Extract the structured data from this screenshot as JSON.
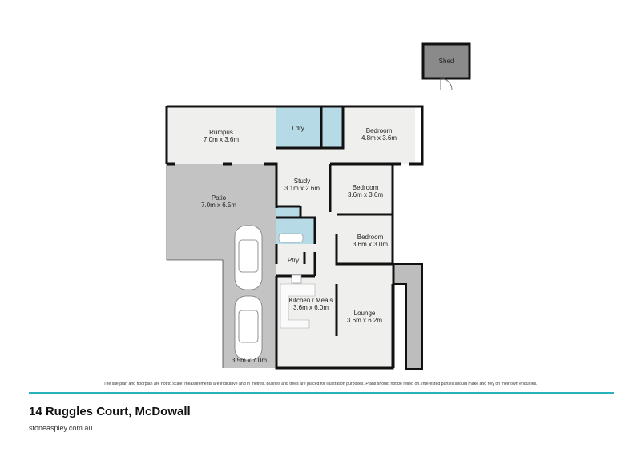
{
  "plan": {
    "rooms": [
      {
        "name": "Shed",
        "dims": ""
      },
      {
        "name": "Rumpus",
        "dims": "7.0m x 3.6m"
      },
      {
        "name": "Ldry",
        "dims": ""
      },
      {
        "name": "Bedroom",
        "dims": "4.8m x 3.6m"
      },
      {
        "name": "Patio",
        "dims": "7.0m x 6.5m"
      },
      {
        "name": "Study",
        "dims": "3.1m x 2.6m"
      },
      {
        "name": "Bedroom",
        "dims": "3.6m x 3.6m"
      },
      {
        "name": "Bedroom",
        "dims": "3.6m x 3.0m"
      },
      {
        "name": "Ptry",
        "dims": ""
      },
      {
        "name": "Kitchen / Meals",
        "dims": "3.6m x 6.0m"
      },
      {
        "name": "Lounge",
        "dims": "3.6m x 6.2m"
      },
      {
        "name": "",
        "dims": "3.5m x 7.0m"
      }
    ],
    "colors": {
      "wet_area": "#b7dbe6",
      "outdoor": "#c3c3c3",
      "interior": "#efefed",
      "wall": "#111111",
      "accent": "#2ab3bf"
    }
  },
  "footer": {
    "disclaimer": "The site plan and floorplan are not to scale; measurements are indicative and in metres. Bushes and trees are placed for illustration purposes. Plans should not be relied on. Interested parties should make and rely on their own enquiries.",
    "title": "14 Ruggles Court, McDowall",
    "url": "stoneaspley.com.au"
  }
}
